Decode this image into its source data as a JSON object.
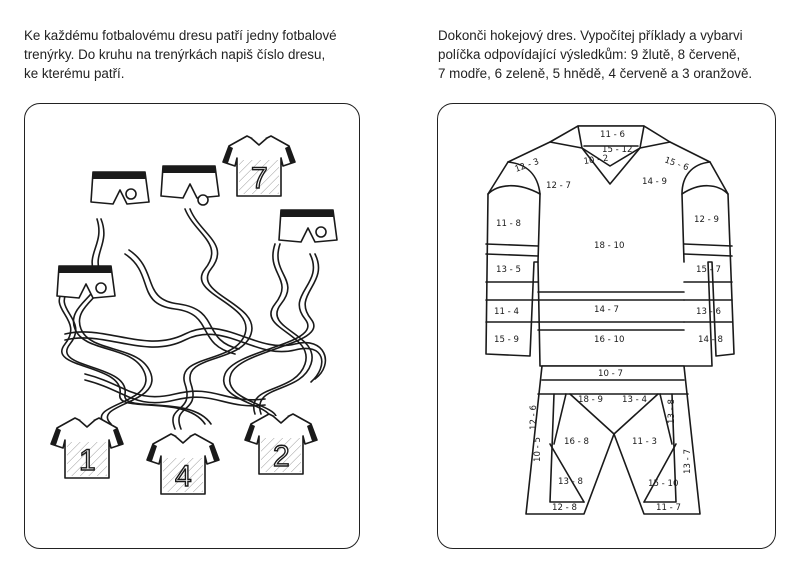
{
  "left_task": {
    "instruction_lines": [
      "Ke každému fotbalovému dresu patří jedny fotbalové",
      "trenýrky. Do kruhu na trenýrkách napiš číslo dresu,",
      "ke kterému patří."
    ],
    "top_jersey_number": "7",
    "bottom_jersey_numbers": [
      "1",
      "4",
      "2"
    ]
  },
  "right_task": {
    "instruction_lines": [
      "Dokonči hokejový dres. Vypočítej příklady a vybarvi",
      "políčka odpovídající výsledkům: 9 žlutě, 8 červeně,",
      "7 modře, 6 zeleně, 5 hnědě, 4 červeně a 3 oranžově."
    ],
    "equations": {
      "collar_top": "11 - 6",
      "collar_mid": "15 - 12",
      "collar_low": "10 - 2",
      "left_shoulder": "12 - 3",
      "right_shoulder": "15 - 6",
      "chest_left": "12 - 7",
      "chest_right": "14 - 9",
      "left_upper_arm": "11 - 8",
      "right_upper_arm": "12 - 9",
      "body_center": "18 - 10",
      "left_mid_arm": "13 - 5",
      "right_mid_arm": "15 - 7",
      "body_stripe": "14 - 7",
      "left_cuff_upper": "11 - 4",
      "right_cuff_upper": "13 - 6",
      "body_bottom": "16 - 10",
      "left_cuff": "15 - 9",
      "right_cuff": "14 - 8",
      "waistband": "10 - 7",
      "pants_left_top": "18 - 9",
      "pants_right_top": "13 - 4",
      "pants_left_side": "12 - 6",
      "pants_right_side": "13 - 8",
      "pants_left_inner": "10 - 5",
      "pants_left_mid": "16 - 8",
      "pants_right_mid": "11 - 3",
      "pants_right_outer": "13 - 7",
      "pants_left_low": "13 - 8",
      "pants_right_low": "15 - 10",
      "pants_left_hem": "12 - 8",
      "pants_right_hem": "11 - 7"
    }
  }
}
